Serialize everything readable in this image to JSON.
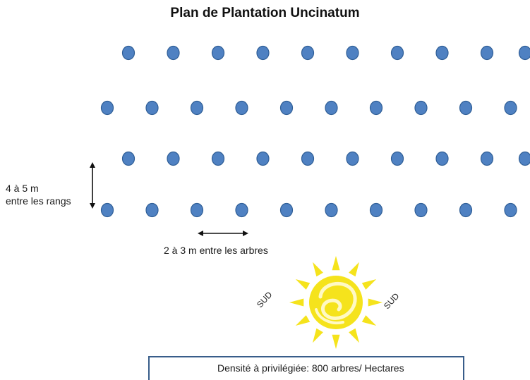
{
  "title": "Plan de Plantation Uncinatum",
  "row_spacing_label": {
    "line1": "4 à 5 m",
    "line2": "entre les rangs"
  },
  "tree_spacing_label": "2 à 3 m entre les arbres",
  "sun": {
    "left_label": "SUD",
    "right_label": "SUD",
    "icon": "sun-icon",
    "color": "#f5e31c"
  },
  "density": {
    "text": "Densité à privilégiée: 800 arbres/ Hectares",
    "arrow_color": "#4a7dc0"
  },
  "trees": {
    "color": "#4f81c2",
    "border_color": "#2f5e96",
    "rows": 4,
    "per_row": 10
  }
}
